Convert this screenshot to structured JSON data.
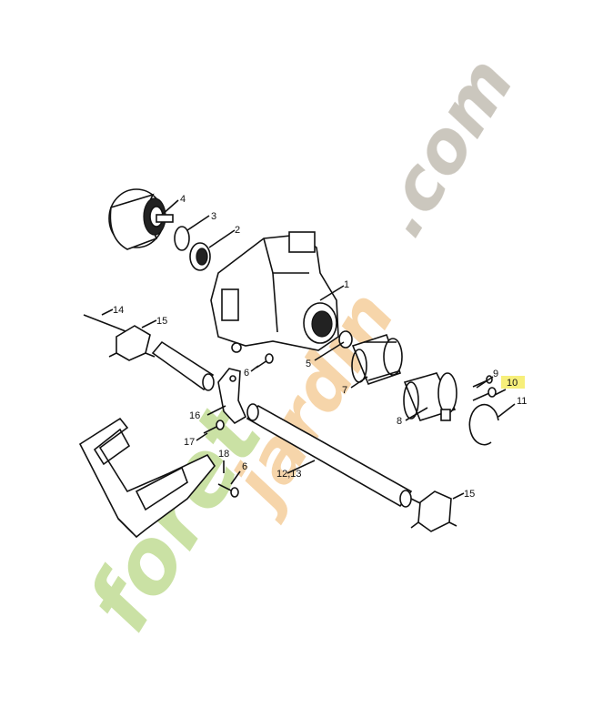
{
  "watermark": {
    "brand_text": "foret-jardin.com",
    "colors": {
      "foret": "#c8e0a0",
      "jardin": "#f6d3a6",
      "dotcom": "#c9c4bb"
    }
  },
  "highlight_color": "#f7ef7a",
  "parts": [
    {
      "id": "4",
      "label": "4"
    },
    {
      "id": "3",
      "label": "3"
    },
    {
      "id": "2",
      "label": "2"
    },
    {
      "id": "1",
      "label": "1"
    },
    {
      "id": "14",
      "label": "14"
    },
    {
      "id": "15a",
      "label": "15"
    },
    {
      "id": "6a",
      "label": "6"
    },
    {
      "id": "5",
      "label": "5"
    },
    {
      "id": "7",
      "label": "7"
    },
    {
      "id": "9",
      "label": "9"
    },
    {
      "id": "10",
      "label": "10",
      "highlighted": true
    },
    {
      "id": "11",
      "label": "11"
    },
    {
      "id": "8",
      "label": "8"
    },
    {
      "id": "16",
      "label": "16"
    },
    {
      "id": "17",
      "label": "17"
    },
    {
      "id": "18",
      "label": "18"
    },
    {
      "id": "6b",
      "label": "6"
    },
    {
      "id": "12_13",
      "label": "12,13"
    },
    {
      "id": "15b",
      "label": "15"
    }
  ]
}
